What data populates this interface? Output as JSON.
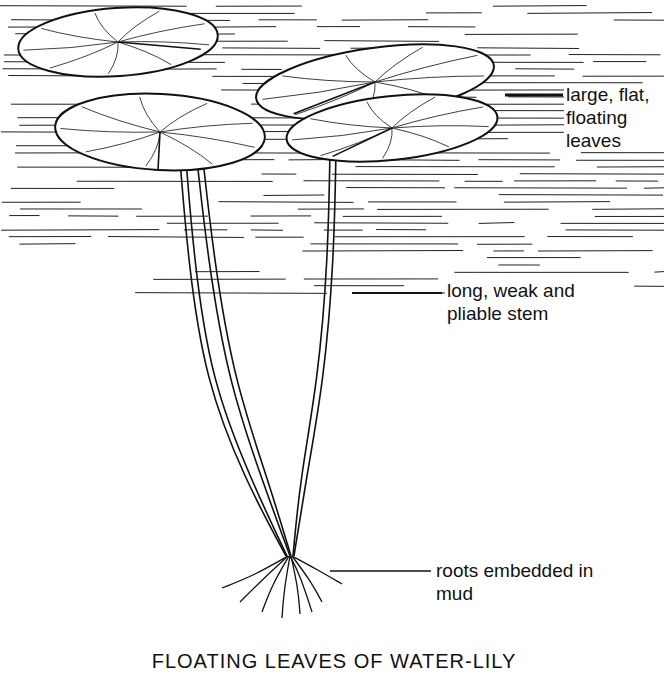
{
  "diagram": {
    "caption": "FLOATING LEAVES OF WATER-LILY",
    "labels": [
      "large, flat, floating leaves",
      "long, weak and pliable stem",
      "roots embedded in mud"
    ]
  }
}
